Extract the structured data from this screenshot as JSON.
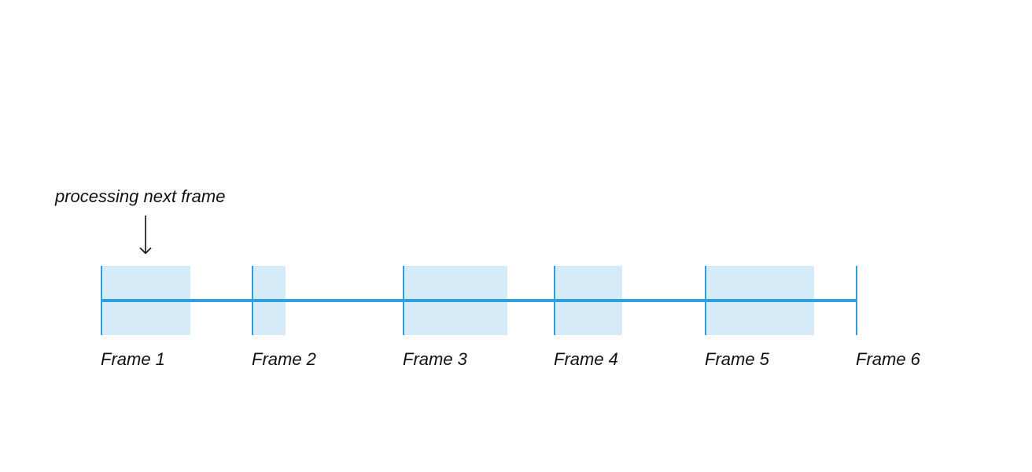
{
  "annotation": {
    "text": "processing next frame"
  },
  "frames": [
    {
      "label": "Frame 1",
      "busy_fraction": 0.59
    },
    {
      "label": "Frame 2",
      "busy_fraction": 0.22
    },
    {
      "label": "Frame 3",
      "busy_fraction": 0.69
    },
    {
      "label": "Frame 4",
      "busy_fraction": 0.45
    },
    {
      "label": "Frame 5",
      "busy_fraction": 0.72
    },
    {
      "label": "Frame 6",
      "busy_fraction": 0
    }
  ],
  "colors": {
    "timeline": "#2fa0dd",
    "busy_fill": "#d5ecf8",
    "text": "#111111"
  }
}
